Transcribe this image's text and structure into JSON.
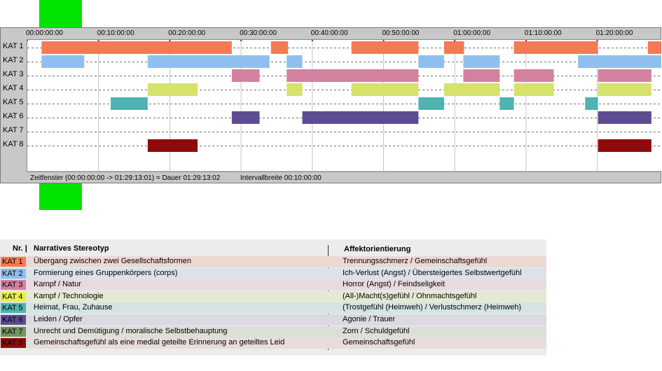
{
  "timeline": {
    "tick_labels": [
      "00:00:00:00",
      "00:10:00:00",
      "00:20:00:00",
      "00:30:00:00",
      "00:40:00:00",
      "00:50:00:00",
      "01:00:00:00",
      "01:10:00:00",
      "01:20:00:00"
    ],
    "rows": [
      "KAT 1",
      "KAT 2",
      "KAT 3",
      "KAT 4",
      "KAT 5",
      "KAT 6",
      "KAT 7",
      "KAT 8"
    ],
    "status_window": "Zeitfenster (00:00:00:00 -> 01:29:13:01) = Dauer 01:29:13:02",
    "status_interval": "Intervallbreite 00:10:00:00",
    "colors": {
      "KAT 1": "#f47a55",
      "KAT 2": "#8ebfef",
      "KAT 3": "#d3819f",
      "KAT 4": "#d5e26c",
      "KAT 5": "#4fb3b1",
      "KAT 6": "#5e4c90",
      "KAT 7": "#70945c",
      "KAT 8": "#8f0a0a"
    }
  },
  "chart_data": {
    "type": "timeline",
    "unit": "minutes",
    "x_range": [
      0,
      89.22
    ],
    "segments": {
      "KAT 1": [
        [
          2.0,
          28.7
        ],
        [
          34.2,
          36.6
        ],
        [
          45.5,
          54.9
        ],
        [
          58.5,
          61.3
        ],
        [
          68.3,
          80.1
        ],
        [
          87.1,
          89.2
        ]
      ],
      "KAT 2": [
        [
          2.0,
          8.0
        ],
        [
          16.9,
          34.0
        ],
        [
          36.4,
          38.6
        ],
        [
          54.9,
          58.5
        ],
        [
          61.2,
          66.3
        ],
        [
          77.3,
          89.2
        ]
      ],
      "KAT 3": [
        [
          28.7,
          32.6
        ],
        [
          36.4,
          54.9
        ],
        [
          61.2,
          66.3
        ],
        [
          68.3,
          73.9
        ],
        [
          80.1,
          87.6
        ]
      ],
      "KAT 4": [
        [
          16.9,
          23.9
        ],
        [
          36.4,
          38.6
        ],
        [
          45.5,
          54.9
        ],
        [
          58.5,
          66.3
        ],
        [
          68.3,
          73.9
        ],
        [
          80.1,
          87.6
        ]
      ],
      "KAT 5": [
        [
          11.7,
          16.9
        ],
        [
          54.9,
          58.5
        ],
        [
          66.3,
          68.3
        ],
        [
          78.3,
          80.1
        ]
      ],
      "KAT 6": [
        [
          28.7,
          32.6
        ],
        [
          38.6,
          54.9
        ],
        [
          80.1,
          87.6
        ]
      ],
      "KAT 7": [],
      "KAT 8": [
        [
          16.9,
          23.9
        ],
        [
          80.1,
          87.6
        ]
      ]
    }
  },
  "legend": {
    "header_nr": "Nr. |",
    "header_stereotyp": "Narratives Stereotyp",
    "header_affekt": "Affektorientierung",
    "rows": [
      {
        "tag": "KAT 1",
        "stereotyp": "Übergang zwischen zwei Gesellschaftsformen",
        "affekt": "Trennungsschmerz / Gemeinschaftsgefühl",
        "tag_color": "#f47a55",
        "row_color": "#ecd9d3"
      },
      {
        "tag": "KAT 2",
        "stereotyp": "Formierung eines Gruppenkörpers (corps)",
        "affekt": "Ich-Verlust (Angst) / Übersteigertes Selbstwertgefühl",
        "tag_color": "#8ebfef",
        "row_color": "#dce2ea"
      },
      {
        "tag": "KAT 3",
        "stereotyp": "Kampf / Natur",
        "affekt": "Horror (Angst) / Feindseligkeit",
        "tag_color": "#d3819f",
        "row_color": "#e8dbe0"
      },
      {
        "tag": "KAT 4",
        "stereotyp": "Kampf / Technologie",
        "affekt": "(All-)Macht(s)gefühl / Ohnmachtsgefühl",
        "tag_color": "#e8f04a",
        "row_color": "#e6e8d6"
      },
      {
        "tag": "KAT 5",
        "stereotyp": "Heimat, Frau, Zuhause",
        "affekt": "(Trostgefühl (Heimweh) / Verlustschmerz (Heimweh)",
        "tag_color": "#4fb3b1",
        "row_color": "#d5e4e2"
      },
      {
        "tag": "KAT 6",
        "stereotyp": "Leiden / Opfer",
        "affekt": "Agonie / Trauer",
        "tag_color": "#5e4c90",
        "row_color": "#dcd9e3"
      },
      {
        "tag": "KAT 7",
        "stereotyp": "Unrecht und Demütigung / moralische Selbstbehauptung",
        "affekt": "Zorn / Schuldgefühl",
        "tag_color": "#70945c",
        "row_color": "#dbe0d6"
      },
      {
        "tag": "KAT 8",
        "stereotyp": "Gemeinschaftsgefühl als eine medial geteilte Erinnerung an geteiltes Leid",
        "affekt": "Gemeinschaftsgefühl",
        "tag_color": "#8f0a0a",
        "row_color": "#e8dcdc"
      }
    ]
  }
}
